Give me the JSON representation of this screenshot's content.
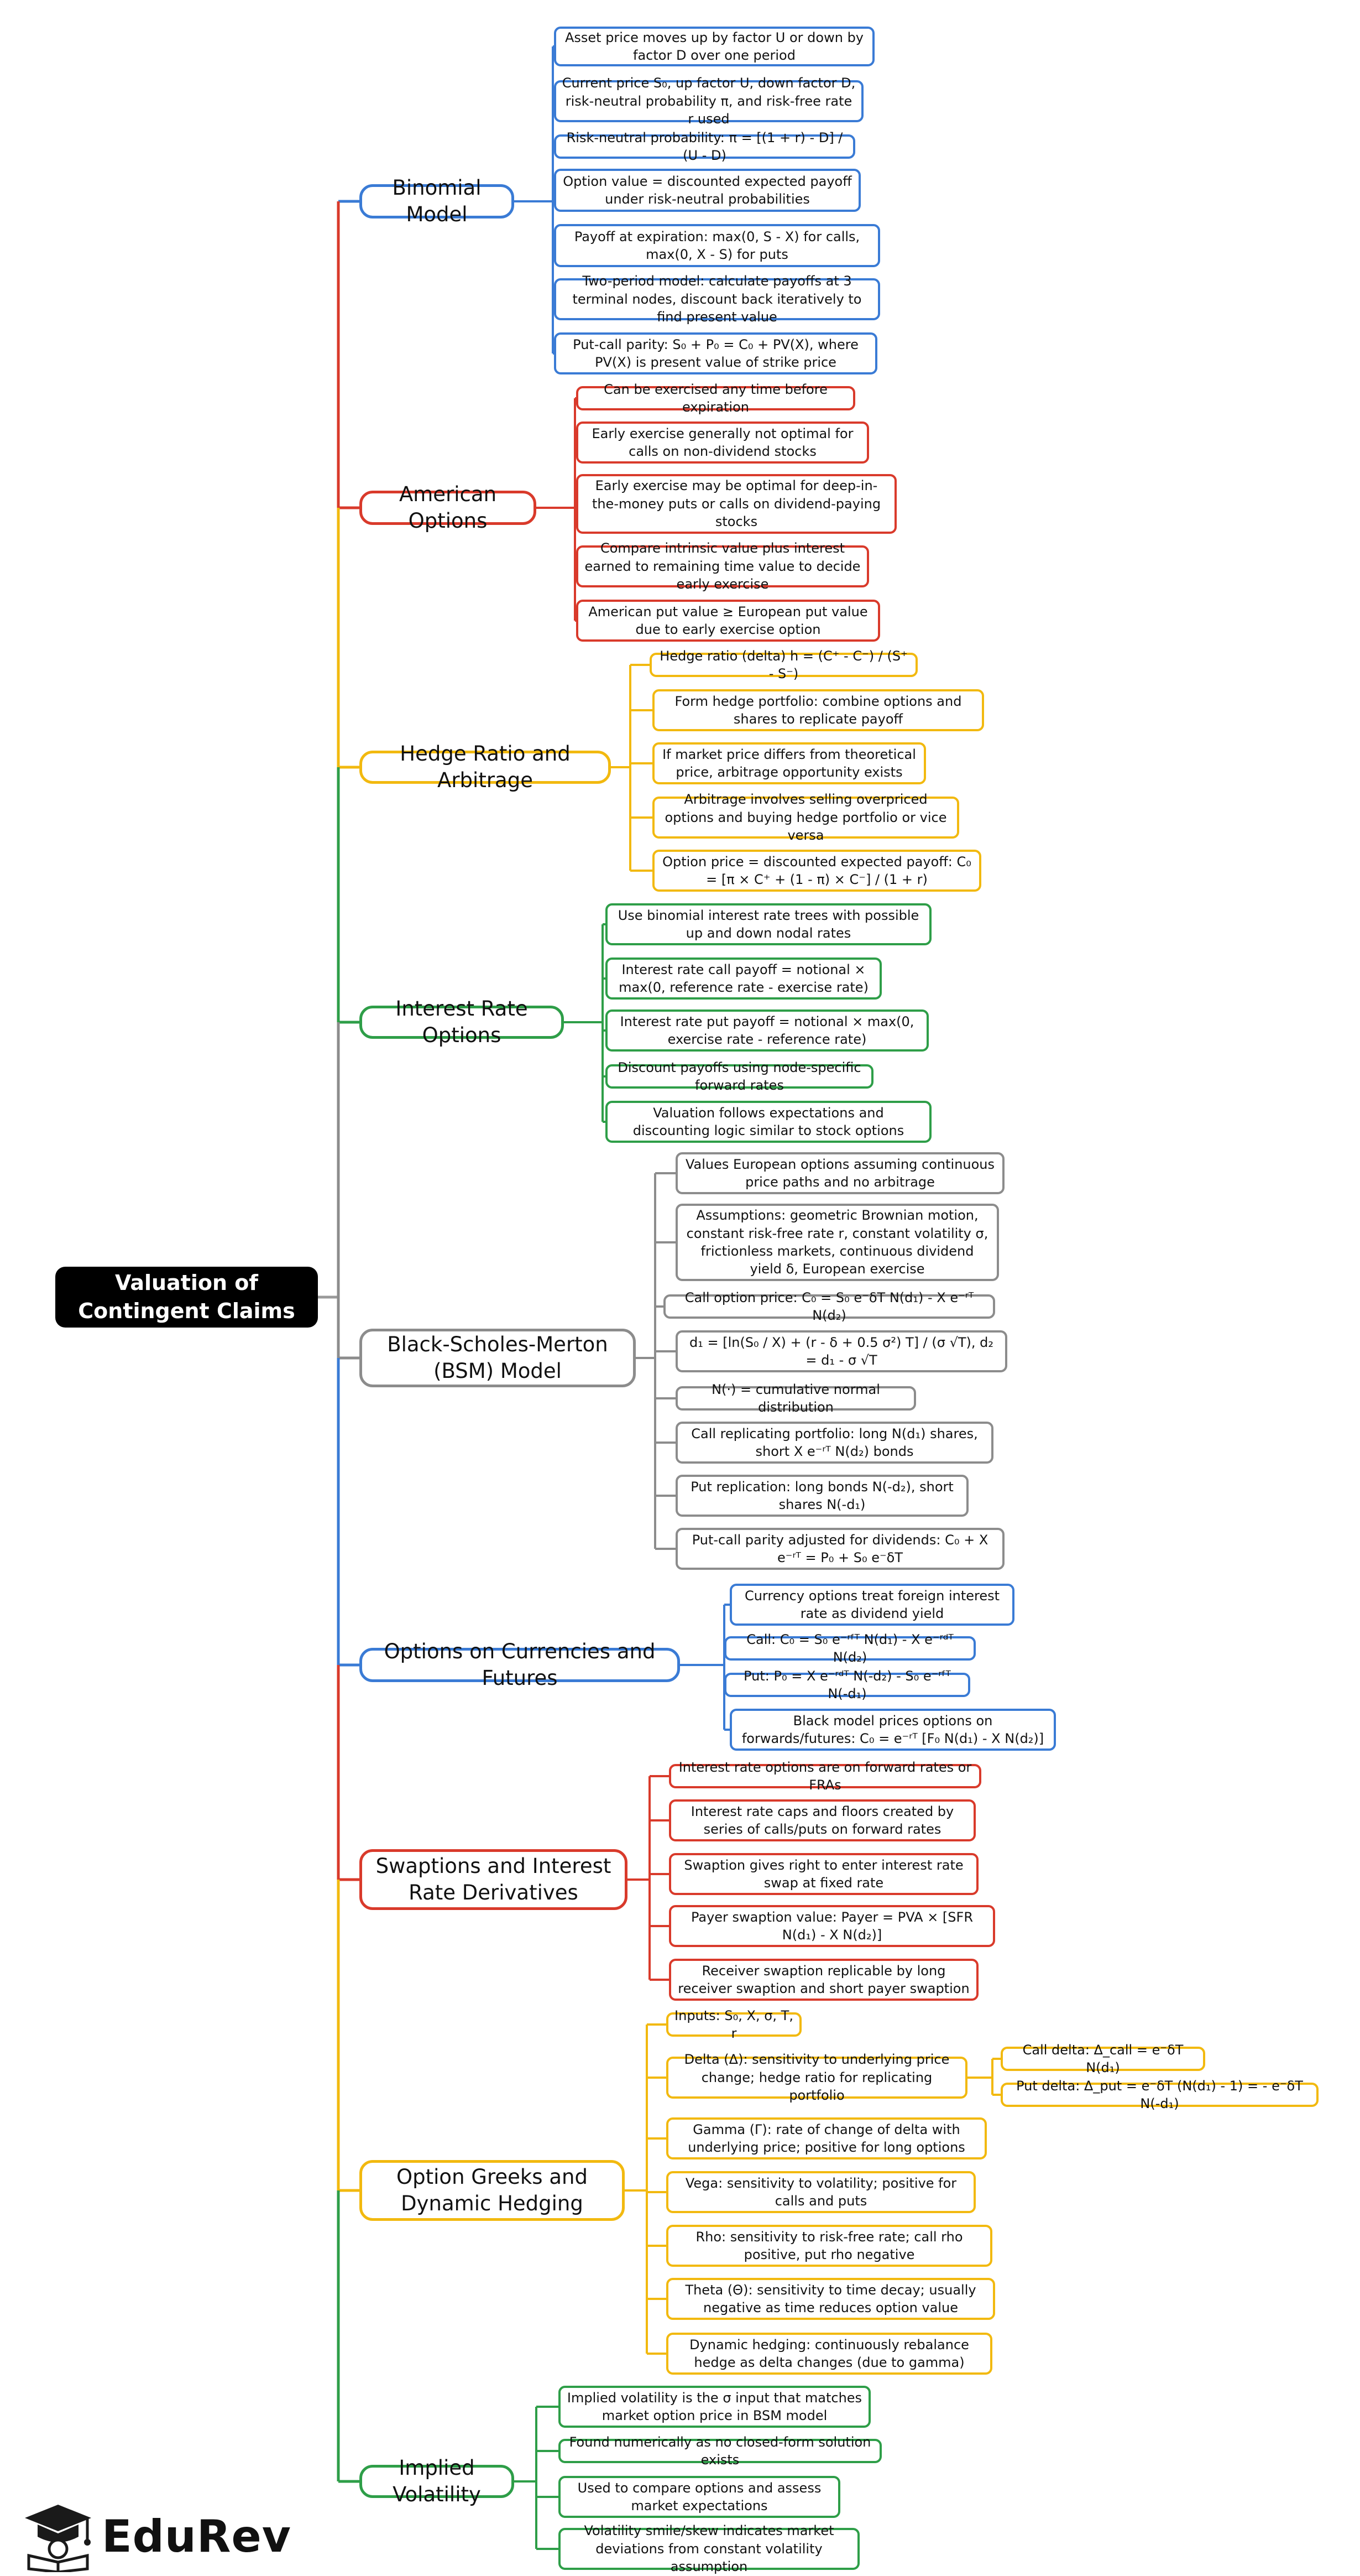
{
  "root": {
    "label": "Valuation of Contingent Claims"
  },
  "logo": {
    "text": "EduRev",
    "icon": "graduation-cap-book-icon"
  },
  "colors": {
    "blue": "#3a7bd5",
    "red": "#d93a2b",
    "yellow": "#f2b90f",
    "green": "#2e9e48",
    "gray": "#8c8c8c"
  },
  "branches": [
    {
      "id": "binomial",
      "label": "Binomial Model",
      "color": "blue",
      "children": [
        "Asset price moves up by factor U or down by factor D over one period",
        "Current price S₀, up factor U, down factor D, risk-neutral probability π, and risk-free rate r used",
        "Risk-neutral probability: π = [(1 + r) - D] / (U - D)",
        "Option value = discounted expected payoff under risk-neutral probabilities",
        "Payoff at expiration: max(0, S - X) for calls, max(0, X - S) for puts",
        "Two-period model: calculate payoffs at 3 terminal nodes, discount back iteratively to find present value",
        "Put-call parity: S₀ + P₀ = C₀ + PV(X), where PV(X) is present value of strike price"
      ]
    },
    {
      "id": "american",
      "label": "American Options",
      "color": "red",
      "children": [
        "Can be exercised any time before expiration",
        "Early exercise generally not optimal for calls on non-dividend stocks",
        "Early exercise may be optimal for deep-in-the-money puts or calls on dividend-paying stocks",
        "Compare intrinsic value plus interest earned to remaining time value to decide early exercise",
        "American put value ≥ European put value due to early exercise option"
      ]
    },
    {
      "id": "hedge",
      "label": "Hedge Ratio and Arbitrage",
      "color": "yellow",
      "children": [
        "Hedge ratio (delta) h = (C⁺ - C⁻) / (S⁺ - S⁻)",
        "Form hedge portfolio: combine options and shares to replicate payoff",
        "If market price differs from theoretical price, arbitrage opportunity exists",
        "Arbitrage involves selling overpriced options and buying hedge portfolio or vice versa",
        "Option price = discounted expected payoff: C₀ = [π × C⁺ + (1 - π) × C⁻] / (1 + r)"
      ]
    },
    {
      "id": "interest",
      "label": "Interest Rate Options",
      "color": "green",
      "children": [
        "Use binomial interest rate trees with possible up and down nodal rates",
        "Interest rate call payoff = notional × max(0, reference rate - exercise rate)",
        "Interest rate put payoff = notional × max(0, exercise rate - reference rate)",
        "Discount payoffs using node-specific forward rates",
        "Valuation follows expectations and discounting logic similar to stock options"
      ]
    },
    {
      "id": "bsm",
      "label": "Black-Scholes-Merton (BSM) Model",
      "color": "gray",
      "children": [
        "Values European options assuming continuous price paths and no arbitrage",
        "Assumptions: geometric Brownian motion, constant risk-free rate r, constant volatility σ, frictionless markets, continuous dividend yield δ, European exercise",
        "Call option price: C₀ = S₀ e⁻δT N(d₁) - X e⁻ʳᵀ N(d₂)",
        "d₁ = [ln(S₀ / X) + (r - δ + 0.5 σ²) T] / (σ √T), d₂ = d₁ - σ √T",
        "N(·) = cumulative normal distribution",
        "Call replicating portfolio: long N(d₁) shares, short X e⁻ʳᵀ N(d₂) bonds",
        "Put replication: long bonds N(-d₂), short shares N(-d₁)",
        "Put-call parity adjusted for dividends: C₀ + X e⁻ʳᵀ = P₀ + S₀ e⁻δT"
      ]
    },
    {
      "id": "currencies",
      "label": "Options on Currencies and Futures",
      "color": "blue",
      "children": [
        "Currency options treat foreign interest rate as dividend yield",
        "Call: C₀ = S₀ e⁻ʳᶠᵀ N(d₁) - X e⁻ʳᵈᵀ N(d₂)",
        "Put: P₀ = X e⁻ʳᵈᵀ N(-d₂) - S₀ e⁻ʳᶠᵀ N(-d₁)",
        "Black model prices options on forwards/futures: C₀ = e⁻ʳᵀ [F₀ N(d₁) - X N(d₂)]"
      ]
    },
    {
      "id": "swaptions",
      "label": "Swaptions and Interest Rate Derivatives",
      "color": "red",
      "children": [
        "Interest rate options are on forward rates or FRAs",
        "Interest rate caps and floors created by series of calls/puts on forward rates",
        "Swaption gives right to enter interest rate swap at fixed rate",
        "Payer swaption value: Payer = PVA × [SFR N(d₁) - X N(d₂)]",
        "Receiver swaption replicable by long receiver swaption and short payer swaption"
      ]
    },
    {
      "id": "greeks",
      "label": "Option Greeks and Dynamic Hedging",
      "color": "yellow",
      "children": [
        "Inputs: S₀, X, σ, T, r",
        "Delta (Δ): sensitivity to underlying price change; hedge ratio for replicating portfolio",
        "Gamma (Γ): rate of change of delta with underlying price; positive for long options",
        "Vega: sensitivity to volatility; positive for calls and puts",
        "Rho: sensitivity to risk-free rate; call rho positive, put rho negative",
        "Theta (Θ): sensitivity to time decay; usually negative as time reduces option value",
        "Dynamic hedging: continuously rebalance hedge as delta changes (due to gamma)"
      ],
      "subchildren": [
        "Call delta: Δ_call = e⁻δT N(d₁)",
        "Put delta: Δ_put = e⁻δT (N(d₁) - 1) = - e⁻δT N(-d₁)"
      ]
    },
    {
      "id": "implied",
      "label": "Implied Volatility",
      "color": "green",
      "children": [
        "Implied volatility is the σ input that matches market option price in BSM model",
        "Found numerically as no closed-form solution exists",
        "Used to compare options and assess market expectations",
        "Volatility smile/skew indicates market deviations from constant volatility assumption"
      ]
    }
  ]
}
